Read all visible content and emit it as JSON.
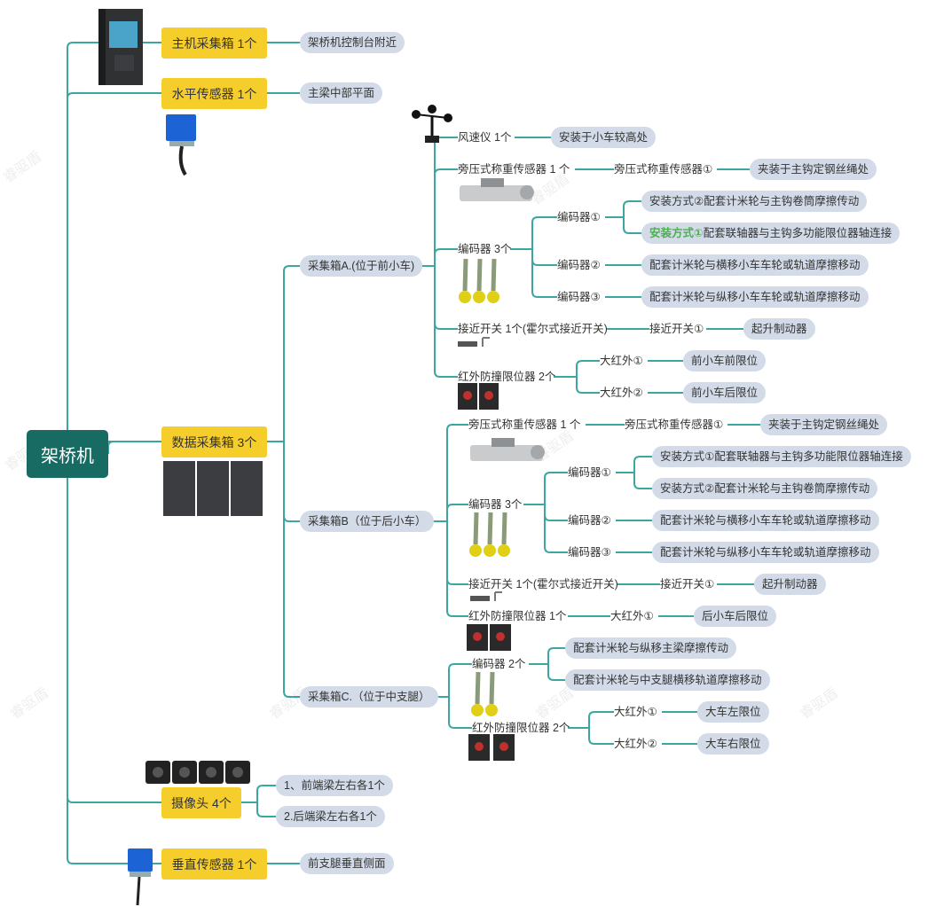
{
  "root": "架桥机",
  "watermark": "睿驱盾",
  "colors": {
    "line": "#3ba7a0",
    "root": "#176b62",
    "box": "#f6ce2c",
    "pill": "#d3dbe8",
    "highlight": "#4caf50"
  },
  "main_box": {
    "label": "主机采集箱 1个",
    "note": "架桥机控制台附近"
  },
  "level_sensor": {
    "label": "水平传感器 1个",
    "note": "主梁中部平面"
  },
  "data_box": {
    "label": "数据采集箱 3个"
  },
  "box_a": {
    "label": "采集箱A.(位于前小车)",
    "anemometer": {
      "label": "风速仪 1个",
      "note": "安装于小车较高处"
    },
    "weigh": {
      "label": "旁压式称重传感器 1 个",
      "sub": "旁压式称重传感器①",
      "note": "夹装于主钩定钢丝绳处"
    },
    "encoder": {
      "label": "编码器 3个",
      "e1": {
        "label": "编码器①",
        "opt2": "安装方式②配套计米轮与主钩卷筒摩擦传动",
        "opt1_hl": "安装方式①",
        "opt1_rest": "配套联轴器与主钩多功能限位器轴连接"
      },
      "e2": {
        "label": "编码器②",
        "note": "配套计米轮与横移小车车轮或轨道摩擦移动"
      },
      "e3": {
        "label": "编码器③",
        "note": "配套计米轮与纵移小车车轮或轨道摩擦移动"
      }
    },
    "prox": {
      "label": "接近开关 1个(霍尔式接近开关)",
      "sub": "接近开关①",
      "note": "起升制动器"
    },
    "ir": {
      "label": "红外防撞限位器 2个",
      "ir1": "大红外①",
      "ir1_note": "前小车前限位",
      "ir2": "大红外②",
      "ir2_note": "前小车后限位"
    }
  },
  "box_b": {
    "label": "采集箱B（位于后小车）",
    "weigh": {
      "label": "旁压式称重传感器 1 个",
      "sub": "旁压式称重传感器①",
      "note": "夹装于主钩定钢丝绳处"
    },
    "encoder": {
      "label": "编码器 3个",
      "e1": {
        "label": "编码器①",
        "opt1": "安装方式①配套联轴器与主钩多功能限位器轴连接",
        "opt2": "安装方式②配套计米轮与主钩卷筒摩擦传动"
      },
      "e2": {
        "label": "编码器②",
        "note": "配套计米轮与横移小车车轮或轨道摩擦移动"
      },
      "e3": {
        "label": "编码器③",
        "note": "配套计米轮与纵移小车车轮或轨道摩擦移动"
      }
    },
    "prox": {
      "label": "接近开关 1个(霍尔式接近开关)",
      "sub": "接近开关①",
      "note": "起升制动器"
    },
    "ir": {
      "label": "红外防撞限位器 1个",
      "ir1": "大红外①",
      "ir1_note": "后小车后限位"
    }
  },
  "box_c": {
    "label": "采集箱C.（位于中支腿）",
    "encoder": {
      "label": "编码器 2个",
      "n1": "配套计米轮与纵移主梁摩擦传动",
      "n2": "配套计米轮与中支腿横移轨道摩擦移动"
    },
    "ir": {
      "label": "红外防撞限位器 2个",
      "ir1": "大红外①",
      "ir1_note": "大车左限位",
      "ir2": "大红外②",
      "ir2_note": "大车右限位"
    }
  },
  "camera": {
    "label": "摄像头 4个",
    "n1": "1、前端梁左右各1个",
    "n2": "2.后端梁左右各1个"
  },
  "vertical_sensor": {
    "label": "垂直传感器 1个",
    "note": "前支腿垂直侧面"
  }
}
